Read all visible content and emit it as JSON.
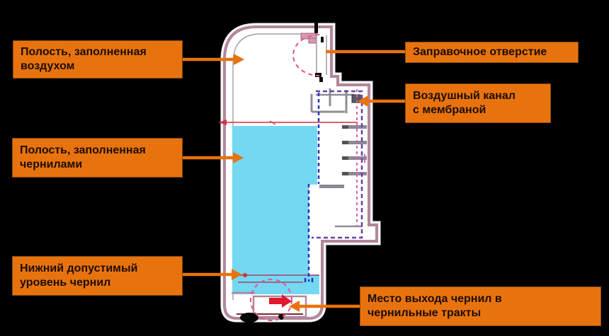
{
  "labels": {
    "air_cavity": {
      "lines": [
        "Полость, заполненная",
        "воздухом"
      ]
    },
    "refill_hole": {
      "lines": [
        "Заправочное отверстие"
      ]
    },
    "air_channel": {
      "lines": [
        "Воздушный канал",
        "с мембраной"
      ]
    },
    "ink_cavity": {
      "lines": [
        "Полость, заполненная",
        "чернилами"
      ]
    },
    "min_ink_level": {
      "lines": [
        "Нижний допустимый",
        "уровень чернил"
      ]
    },
    "ink_outlet": {
      "lines": [
        "Место выхода чернил в",
        "чернильные тракты"
      ]
    }
  },
  "colors": {
    "background": "#000000",
    "label_orange": "#e8730e",
    "label_text": "#1c0d00",
    "connector_orange": "#e8730e",
    "ink_cyan": "#74d8f2",
    "wall_pink": "#b2879c",
    "ink_level_red": "#d22f42",
    "exit_arrow_red": "#e2182c",
    "dashed_blue": "#2b35c0",
    "dashed_purple": "#6a3fae",
    "dashed_magenta": "#d85fa8"
  }
}
